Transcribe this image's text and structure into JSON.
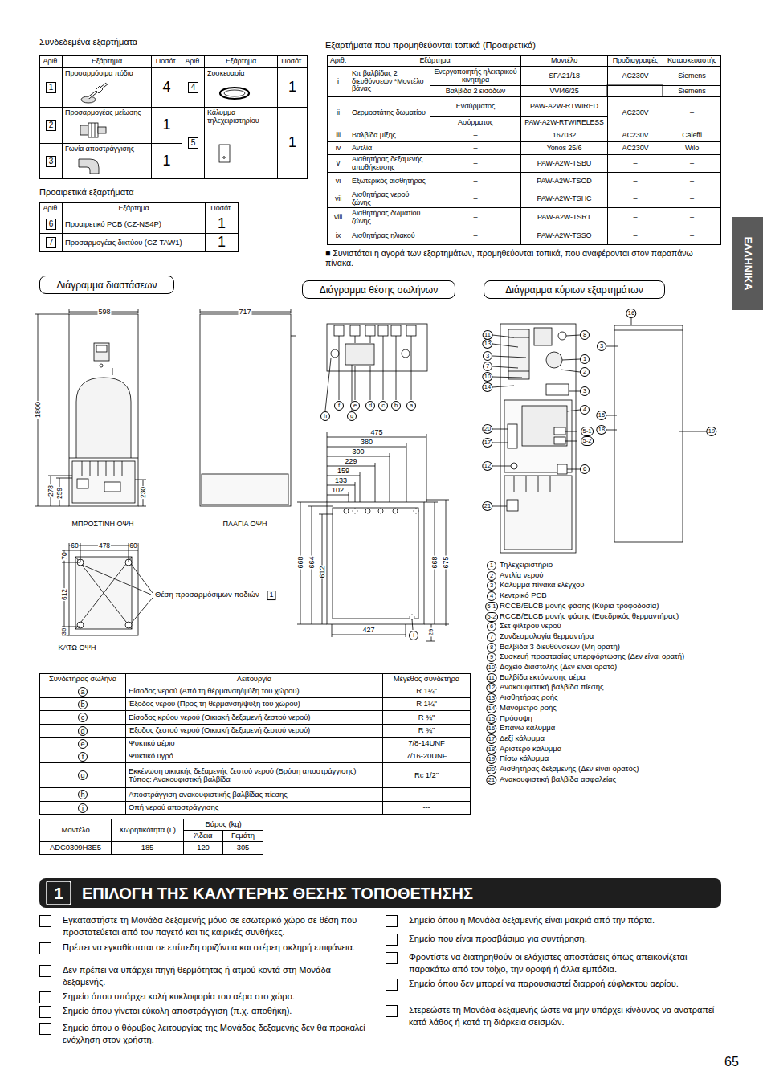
{
  "diagram": {
    "title": "ΕΠΙΛΟΓΗ ΤΗΣ ΚΑΛΥΤΕΡΗΣ ΘΕΣΗΣ ΤΟΠΟΘΕΤΗΣΗΣ",
    "nodes": [
      {
        "text": [
          "ΕΛΛΗΝΙΚΑ"
        ]
      },
      {
        "text": [
          "Διάγραμμα διαστάσεων"
        ]
      },
      {
        "text": [
          "Διάγραμμα θέσης σωλήνων"
        ]
      },
      {
        "text": [
          "Διάγραμμα κύριων εξαρτημάτων"
        ]
      }
    ],
    "labels": [
      "Συνδεδεμένα εξαρτήματα",
      "Αριθ.",
      "Εξάρτημα",
      "Ποσότ.",
      "Αριθ.",
      "Εξάρτημα",
      "Ποσότ.",
      "1",
      "Προσαρμόσιμα πόδια",
      "4",
      "4",
      "Συσκευασία",
      "1",
      "2",
      "Προσαρμογέας μείωσης",
      "1",
      "5",
      "Κάλυμμα τηλεχειριστηρίου",
      "1",
      "3",
      "Γωνία αποστράγγισης",
      "1",
      "Προαιρετικά εξαρτήματα",
      "Αριθ.",
      "Εξάρτημα",
      "Ποσότ.",
      "6",
      "Προαιρετικό PCB (CZ-NS4P)",
      "1",
      "7",
      "Προσαρμογέας δικτύου (CZ-TAW1)",
      "1",
      "Εξαρτήματα που προμηθεύονται τοπικά (Προαιρετικά)",
      "Αριθ.",
      "Εξάρτημα",
      "Μοντέλο",
      "Προδιαγραφές",
      "Κατασκευαστής",
      "i",
      "Κιτ βαλβίδας 2 διευθύνσεων *Μοντέλο βάνας",
      "Ενεργοποιητής ηλεκτρικού κινητήρα",
      "SFA21/18",
      "AC230V",
      "Siemens",
      "Βαλβίδα 2 εισόδων",
      "VVI46/25",
      "Siemens",
      "ii",
      "Θερμοστάτης δωματίου",
      "Ενσύρματος",
      "PAW-A2W-RTWIRED",
      "Ασύρματος",
      "PAW-A2W-RTWIRELESS",
      "AC230V",
      "–",
      "iii",
      "Βαλβίδα μίξης",
      "–",
      "167032",
      "AC230V",
      "Caleffi",
      "iv",
      "Αντλία",
      "–",
      "Yonos 25/6",
      "AC230V",
      "Wilo",
      "v",
      "Αισθητήρας δεξαμενής αποθήκευσης",
      "–",
      "PAW-A2W-TSBU",
      "–",
      "–",
      "vi",
      "Εξωτερικός αισθητήρας",
      "–",
      "PAW-A2W-TSOD",
      "–",
      "–",
      "vii",
      "Αισθητήρας νερού ζώνης",
      "–",
      "PAW-A2W-TSHC",
      "–",
      "–",
      "viii",
      "Αισθητήρας δωματίου ζώνης",
      "–",
      "PAW-A2W-TSRT",
      "–",
      "–",
      "ix",
      "Αισθητήρας ηλιακού",
      "–",
      "PAW-A2W-TSSO",
      "–",
      "–",
      "■ Συνιστάται η αγορά των εξαρτημάτων, προμηθεύονται τοπικά, που αναφέρονται στον παραπάνω πίνακα.",
      "598",
      "1800",
      "278",
      "259",
      "230",
      "ΜΠΡΟΣΤΙΝΗ ΟΨΗ",
      "717",
      "ΠΛΑΓΙΑ ΟΨΗ",
      "60",
      "478",
      "60",
      "70",
      "612",
      "36",
      "Θέση προσαρμόσιμων ποδιών",
      "1",
      "ΚΑΤΩ ΟΨΗ",
      "f",
      "e",
      "d",
      "c",
      "b",
      "a",
      "h",
      "g",
      "475",
      "380",
      "300",
      "229",
      "159",
      "133",
      "102",
      "668",
      "664",
      "612",
      "668",
      "675",
      "427",
      "i",
      "29",
      "16",
      "11",
      "13",
      "3",
      "7",
      "10",
      "14",
      "20",
      "17",
      "12",
      "21",
      "8",
      "1",
      "2",
      "3",
      "4",
      "5-1",
      "5-2",
      "6",
      "3",
      "15",
      "18",
      "19",
      "1",
      "Τηλεχειριστήριο",
      "2",
      "Αντλία νερού",
      "3",
      "Κάλυμμα πίνακα ελέγχου",
      "4",
      "Κεντρικό PCB",
      "5-1",
      "RCCB/ELCB μονής φάσης (Κύρια τροφοδοσία)",
      "5-2",
      "RCCB/ELCB μονής φάσης (Εφεδρικός θερμαντήρας)",
      "6",
      "Σετ φίλτρου νερού",
      "7",
      "Συνδεσμολογία θερμαντήρα",
      "8",
      "Βαλβίδα 3 διευθύνσεων (Μη ορατή)",
      "9",
      "Συσκευή προστασίας υπερφόρτωσης (Δεν είναι ορατή)",
      "10",
      "Δοχείο διαστολής (Δεν είναι ορατό)",
      "11",
      "Βαλβίδα εκτόνωσης αέρα",
      "12",
      "Ανακουφιστική βαλβίδα πίεσης",
      "13",
      "Αισθητήρας ροής",
      "14",
      "Μανόμετρο ροής",
      "15",
      "Πρόσοψη",
      "16",
      "Επάνω κάλυμμα",
      "17",
      "Δεξί κάλυμμα",
      "18",
      "Αριστερό κάλυμμα",
      "19",
      "Πίσω κάλυμμα",
      "20",
      "Αισθητήρας δεξαμενής (Δεν είναι ορατός)",
      "21",
      "Ανακουφιστική βαλβίδα ασφαλείας",
      "Συνδετήρας σωλήνα",
      "Λειτουργία",
      "Μέγεθος συνδετήρα",
      "a",
      "Είσοδος νερού (Από τη θέρμανση/ψύξη του χώρου)",
      "R 1¼\"",
      "b",
      "Έξοδος νερού (Προς τη θέρμανση/ψύξη του χώρου)",
      "R 1¼\"",
      "c",
      "Είσοδος κρύου νερού (Οικιακή δεξαμενή ζεστού νερού)",
      "R ¾\"",
      "d",
      "Έξοδος ζεστού νερού (Οικιακή δεξαμενή ζεστού νερού)",
      "R ¾\"",
      "e",
      "Ψυκτικό αέριο",
      "7/8-14UNF",
      "f",
      "Ψυκτικό υγρό",
      "7/16-20UNF",
      "g",
      "Εκκένωση οικιακής δεξαμενής ζεστού νερού (Βρύση αποστράγγισης) Τύπος: Ανακουφιστική βαλβίδα",
      "Rc 1/2\"",
      "h",
      "Αποστράγγιση ανακουφιστικής βαλβίδας πίεσης",
      "---",
      "i",
      "Οπή νερού αποστράγγισης",
      "---",
      "Μοντέλο",
      "Χωρητικότητα (L)",
      "Βάρος (kg)",
      "Άδεια",
      "Γεμάτη",
      "ADC0309H3E5",
      "185",
      "120",
      "305",
      "1",
      "Εγκαταστήστε τη Μονάδα δεξαμενής μόνο σε εσωτερικό χώρο σε θέση που προστατεύεται από τον παγετό και τις καιρικές συνθήκες.",
      "Πρέπει να εγκαθίσταται σε επίπεδη οριζόντια και στέρεη σκληρή επιφάνεια.",
      "Δεν πρέπει να υπάρχει πηγή θερμότητας ή ατμού κοντά στη Μονάδα δεξαμενής.",
      "Σημείο όπου υπάρχει καλή κυκλοφορία του αέρα στο χώρο.",
      "Σημείο όπου γίνεται εύκολη αποστράγγιση (π.χ. αποθήκη).",
      "Σημείο όπου ο θόρυβος λειτουργίας της Μονάδας δεξαμενής δεν θα προκαλεί ενόχληση στον χρήστη.",
      "Σημείο όπου η Μονάδα δεξαμενής είναι μακριά από την πόρτα.",
      "Σημείο που είναι προσβάσιμο για συντήρηση.",
      "Φροντίστε να διατηρηθούν οι ελάχιστες αποστάσεις όπως απεικονίζεται παρακάτω από τον τοίχο, την οροφή ή άλλα εμπόδια.",
      "Σημείο όπου δεν μπορεί να παρουσιαστεί διαρροή εύφλεκτου αερίου.",
      "Στερεώστε τη Μονάδα δεξαμενής ώστε να μην υπάρχει κίνδυνος να ανατραπεί κατά λάθος ή κατά τη διάρκεια σεισμών.",
      "65"
    ]
  }
}
